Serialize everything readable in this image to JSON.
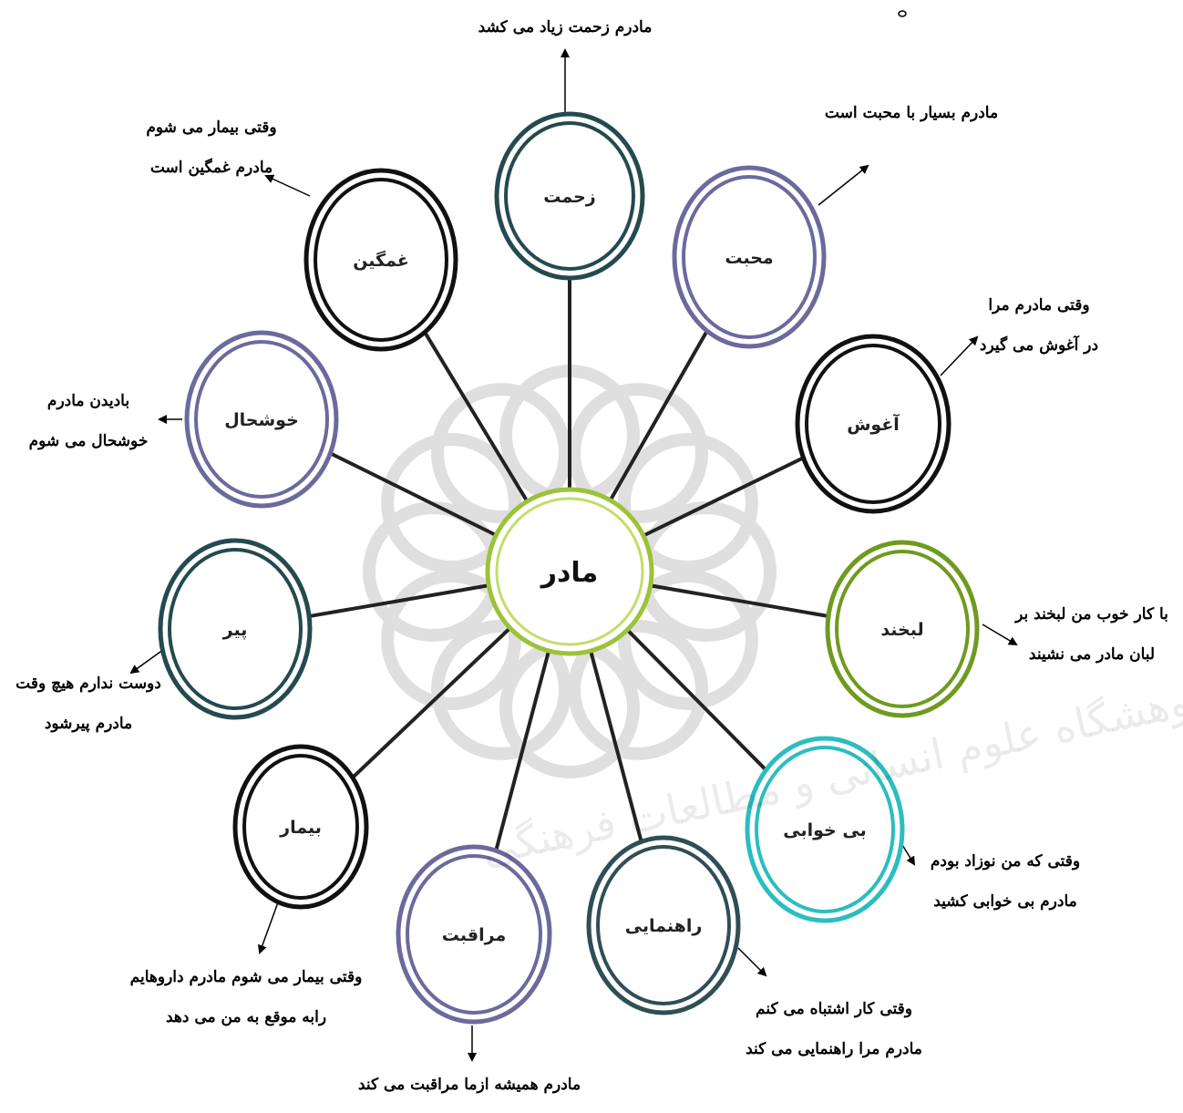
{
  "center": {
    "label": "مادر",
    "color": "#9dc23a"
  },
  "nodes": [
    {
      "id": "zahmat",
      "label": "زحمت",
      "color": "#244a4f",
      "note_lines": [
        "مادرم زحمت زیاد می کشد"
      ]
    },
    {
      "id": "mohabbat",
      "label": "محبت",
      "color": "#6b6a9c",
      "note_lines": [
        "مادرم بسیار با محبت است"
      ]
    },
    {
      "id": "aghoush",
      "label": "آغوش",
      "color": "#111111",
      "note_lines": [
        "وقتی مادرم مرا",
        "در آغوش می گیرد"
      ]
    },
    {
      "id": "labkhand",
      "label": "لبخند",
      "color": "#6f9a1f",
      "note_lines": [
        "با کار خوب من لبخند بر",
        "لبان مادر می نشیند"
      ]
    },
    {
      "id": "bikhabi",
      "label": "بی خوابی",
      "color": "#2bbdbf",
      "note_lines": [
        "وقتی که من نوزاد بودم",
        "مادرم بی خوابی کشید"
      ]
    },
    {
      "id": "rahnamayi",
      "label": "راهنمایی",
      "color": "#2f4e55",
      "note_lines": [
        "وقتی کار اشتباه می کنم",
        "مادرم مرا راهنمایی می کند"
      ]
    },
    {
      "id": "moraghebat",
      "label": "مراقبت",
      "color": "#6b6a9c",
      "note_lines": [
        "مادرم همیشه ازما مراقبت می کند"
      ]
    },
    {
      "id": "bimar",
      "label": "بیمار",
      "color": "#111111",
      "note_lines": [
        "وقتی بیمار می شوم مادرم داروهایم",
        "رابه موقع به من می دهد"
      ]
    },
    {
      "id": "pir",
      "label": "پیر",
      "color": "#244a4f",
      "note_lines": [
        "دوست ندارم هیچ وقت",
        "مادرم پیرشود"
      ]
    },
    {
      "id": "khoshhal",
      "label": "خوشحال",
      "color": "#6b6a9c",
      "note_lines": [
        "بادیدن مادرم",
        "خوشحال می شوم"
      ]
    },
    {
      "id": "ghamgin",
      "label": "غمگین",
      "color": "#111111",
      "note_lines": [
        "وقتی بیمار می شوم",
        "مادرم غمگین است"
      ]
    }
  ],
  "watermark": "پژوهشگاه علوم انسانی و مطالعات فرهنگی"
}
